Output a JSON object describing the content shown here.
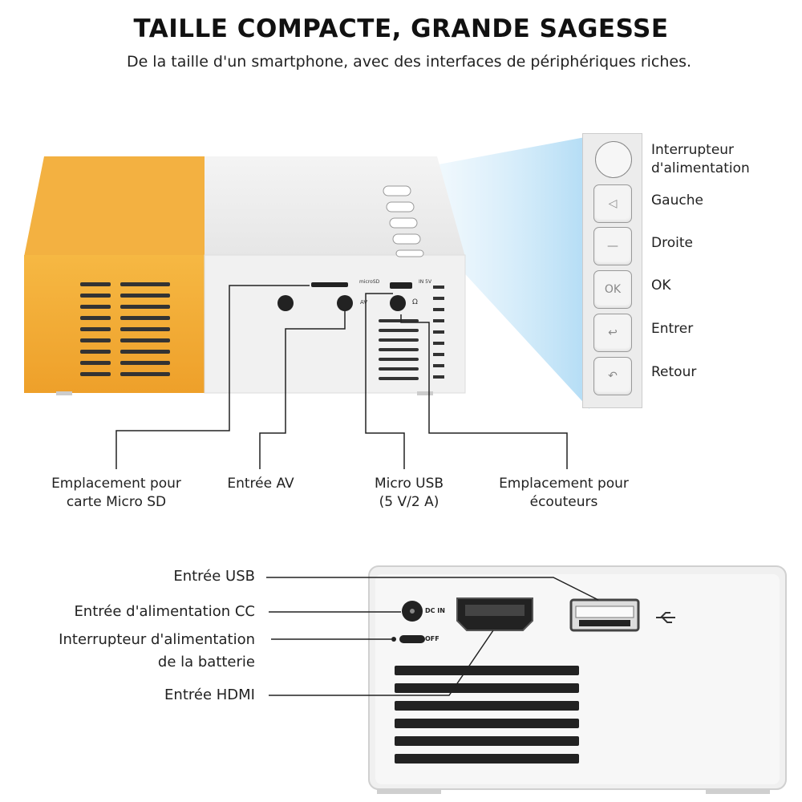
{
  "header": {
    "title": "TAILLE COMPACTE, GRANDE SAGESSE",
    "subtitle": "De la taille d'un smartphone, avec des interfaces de périphériques riches."
  },
  "buttons": [
    {
      "label": "Interrupteur\nd'alimentation",
      "icon": "power-button"
    },
    {
      "label": "Gauche",
      "icon": "triangle-left-icon"
    },
    {
      "label": "Droite",
      "icon": "dash-icon"
    },
    {
      "label": "OK",
      "icon": "ok-icon"
    },
    {
      "label": "Entrer",
      "icon": "enter-icon"
    },
    {
      "label": "Retour",
      "icon": "return-icon"
    }
  ],
  "side_ports": {
    "micro_sd": "Emplacement pour\ncarte Micro SD",
    "av": "Entrée AV",
    "micro_usb": "Micro USB\n(5 V/2 A)",
    "headphones": "Emplacement pour\nécouteurs"
  },
  "device_text": {
    "microsd": "microSD",
    "av": "AV",
    "in5v": "IN 5V",
    "dc_in": "DC IN",
    "off": "OFF"
  },
  "rear_ports": {
    "usb": "Entrée USB",
    "dc": "Entrée d'alimentation CC",
    "battery_switch": "Interrupteur d'alimentation\nde la batterie",
    "hdmi": "Entrée HDMI"
  },
  "colors": {
    "accent_orange": "#f0a832",
    "beam_blue": "#bfe3f7"
  }
}
